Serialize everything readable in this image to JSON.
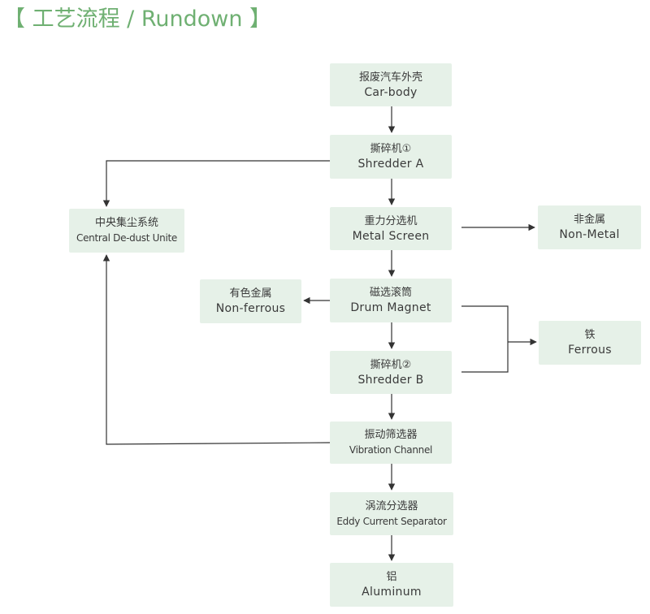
{
  "title": "【 工艺流程 / Rundown 】",
  "nodes": {
    "car_body": {
      "zh": "报废汽车外壳",
      "en": "Car-body"
    },
    "shredder_a": {
      "zh": "撕碎机①",
      "en": "Shredder A"
    },
    "dedust": {
      "zh": "中央集尘系统",
      "en": "Central De-dust Unite"
    },
    "metal_screen": {
      "zh": "重力分选机",
      "en": "Metal Screen"
    },
    "non_metal": {
      "zh": "非金属",
      "en": "Non-Metal"
    },
    "non_ferrous": {
      "zh": "有色金属",
      "en": "Non-ferrous"
    },
    "drum_magnet": {
      "zh": "磁选滚筒",
      "en": "Drum Magnet"
    },
    "ferrous": {
      "zh": "铁",
      "en": "Ferrous"
    },
    "shredder_b": {
      "zh": "撕碎机②",
      "en": "Shredder B"
    },
    "vibration": {
      "zh": "振动筛选器",
      "en": "Vibration Channel"
    },
    "eddy": {
      "zh": "涡流分选器",
      "en": "Eddy Current Separator"
    },
    "aluminum": {
      "zh": "铝",
      "en": "Aluminum"
    }
  },
  "colors": {
    "box_fill": "#e6f1e8",
    "title": "#6fb072",
    "line": "#333333"
  }
}
